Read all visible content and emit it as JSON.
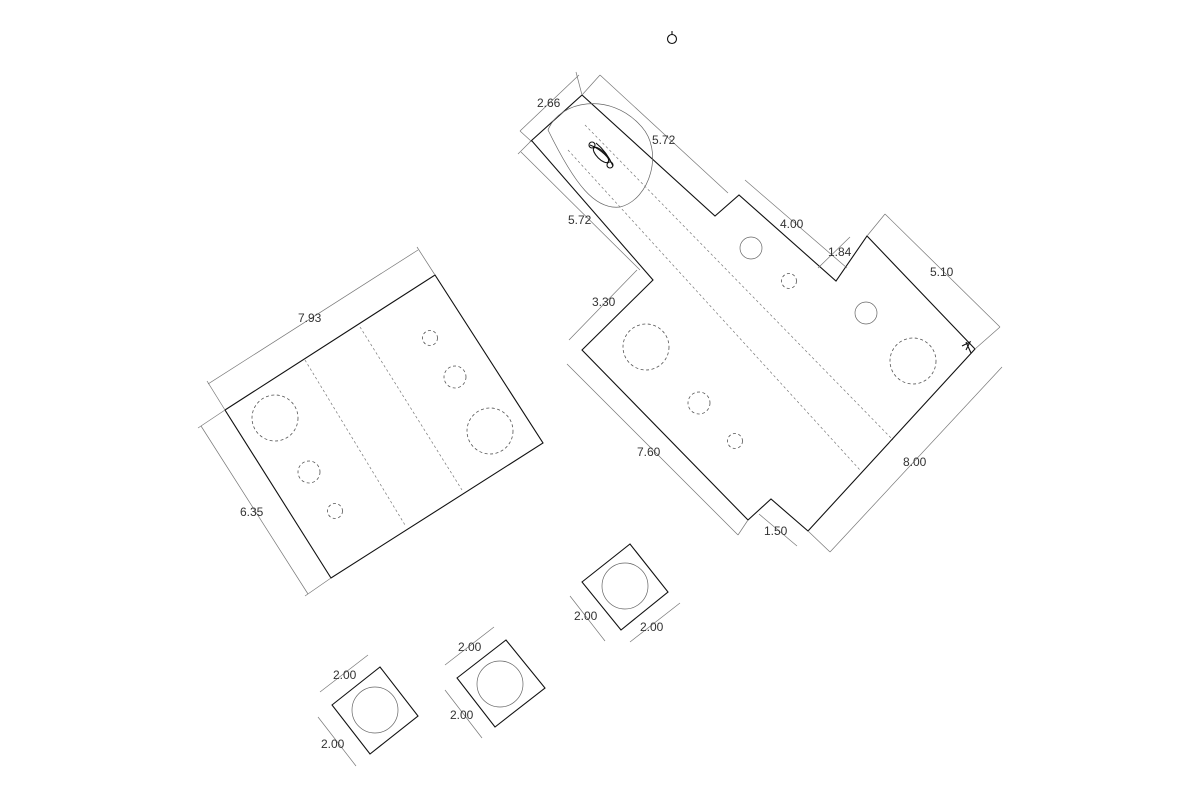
{
  "diagram": {
    "large_bracket": {
      "dims": {
        "top_left_width": "2.66",
        "top_edge": "5.72",
        "left_edge": "5.72",
        "step_top": "4.00",
        "notch": "1.84",
        "right_top": "5.10",
        "left_step": "3.30",
        "bottom_left": "7.60",
        "bottom_notch": "1.50",
        "bottom_right": "8.00"
      }
    },
    "side_panel": {
      "dims": {
        "top": "7.93",
        "left": "6.35"
      }
    },
    "small_plates": [
      {
        "top": "2.00",
        "side": "2.00"
      },
      {
        "top": "2.00",
        "side": "2.00"
      },
      {
        "top": "2.00",
        "side": "2.00"
      }
    ]
  }
}
